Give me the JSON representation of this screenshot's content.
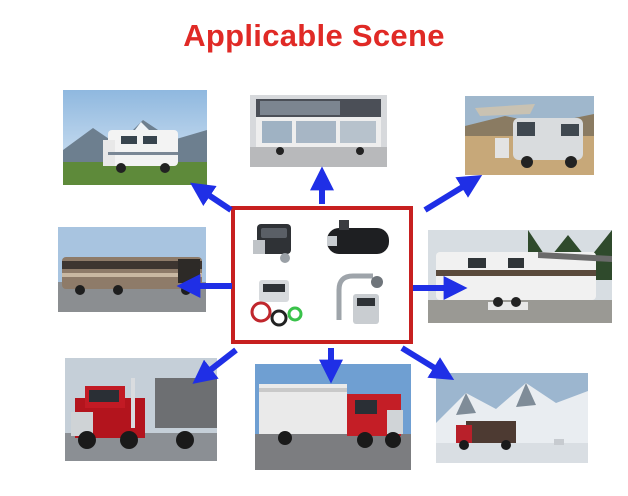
{
  "title": "Applicable Scene",
  "colors": {
    "title": "#e02a26",
    "frame": "#c72020",
    "arrow": "#1f2fe6"
  },
  "scenes": [
    "motorhome-photo",
    "food-truck-trailer-photo",
    "camper-van-photo",
    "tour-bus-photo",
    "travel-trailer-photo",
    "semi-truck-red-photo",
    "reefer-truck-photo",
    "dump-truck-snow-photo"
  ],
  "products": [
    "parking-heater-unit-photo",
    "diesel-heater-cylinder-photo",
    "heater-kit-photo",
    "heater-exhaust-kit-photo"
  ]
}
